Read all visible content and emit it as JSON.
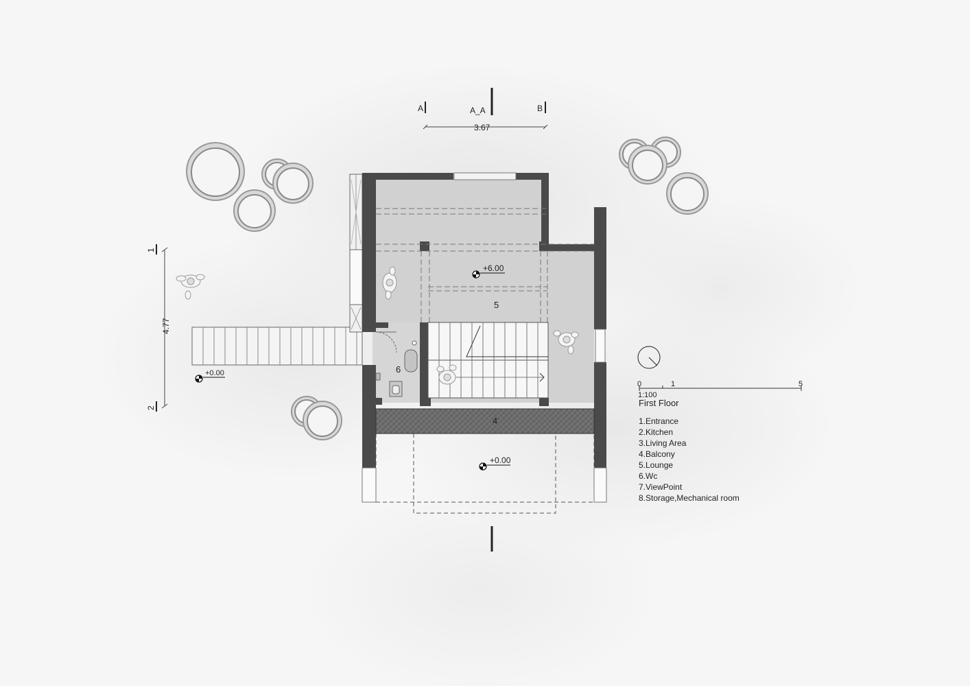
{
  "section": {
    "label_a": "A",
    "label_b": "B",
    "name": "A_A",
    "width_dimension": "3.67"
  },
  "axes": {
    "axis_1": "1",
    "axis_2": "2",
    "depth_dimension": "4.77"
  },
  "levels": {
    "upper": "+6.00",
    "ground_left": "+0.00",
    "ground_bottom": "+0.00"
  },
  "rooms": {
    "lounge": "5",
    "wc": "6",
    "balcony": "4"
  },
  "scale_bar": {
    "tick_0": "0",
    "tick_1": "1",
    "tick_5": "5",
    "ratio": "1:100"
  },
  "legend": {
    "title": "First Floor",
    "items": [
      "1.Entrance",
      "2.Kitchen",
      "3.Living Area",
      "4.Balcony",
      "5.Lounge",
      "6.Wc",
      "7.ViewPoint",
      "8.Storage,Mechanical room"
    ]
  },
  "colors": {
    "wall": "#4a4a4a",
    "floor": "#cfcfcf",
    "balcony": "#6e6e6e",
    "line": "#333333"
  }
}
